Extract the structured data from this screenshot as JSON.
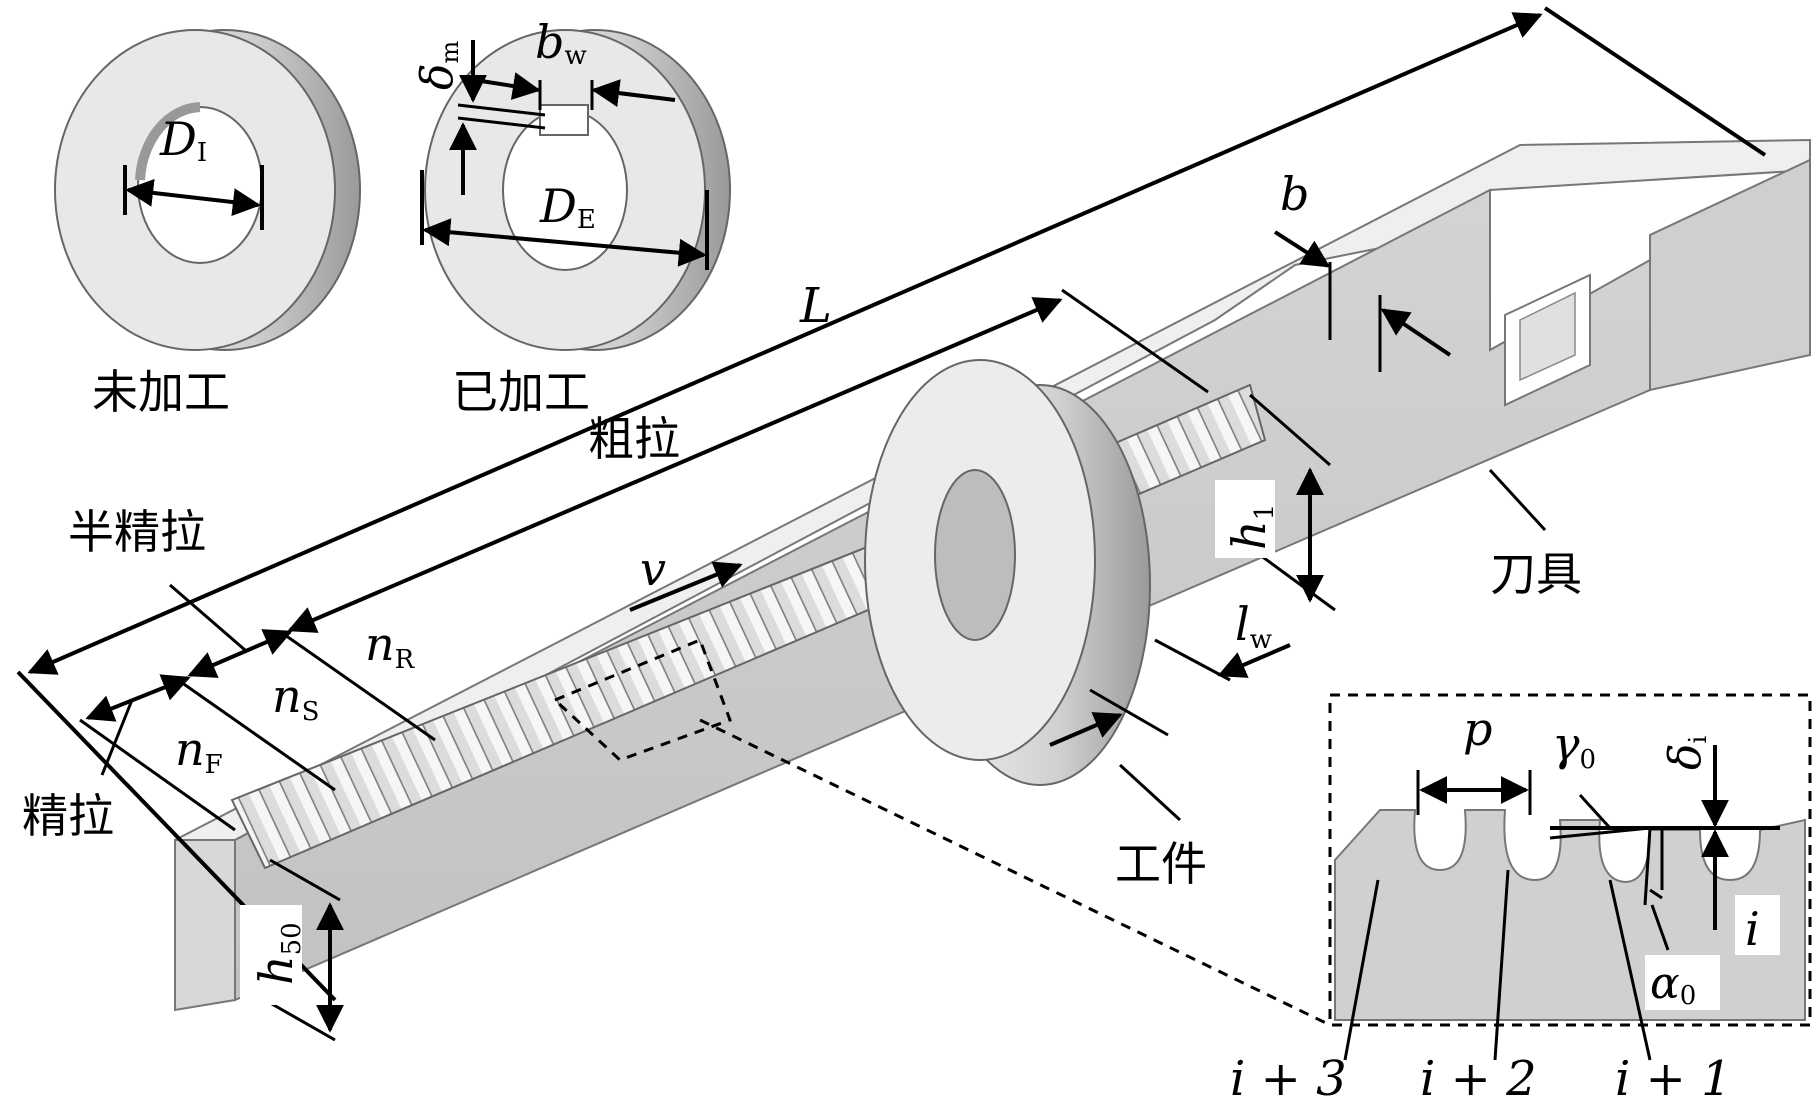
{
  "labels": {
    "unprocessed": "未加工",
    "processed": "已加工",
    "L": "L",
    "rough": "粗拉",
    "semi_finish": "半精拉",
    "finish": "精拉",
    "tool": "刀具",
    "workpiece": "工件",
    "v": "v",
    "b": "b",
    "D_I_main": "D",
    "D_I_sub": "I",
    "D_E_main": "D",
    "D_E_sub": "E",
    "delta_m_main": "δ",
    "delta_m_sub": "m",
    "b_w_main": "b",
    "b_w_sub": "w",
    "n_R_main": "n",
    "n_R_sub": "R",
    "n_S_main": "n",
    "n_S_sub": "S",
    "n_F_main": "n",
    "n_F_sub": "F",
    "h1_main": "h",
    "h1_sub": "1",
    "h50_main": "h",
    "h50_sub": "50",
    "l_w_main": "l",
    "l_w_sub": "w",
    "p": "p",
    "gamma0_main": "γ",
    "gamma0_sub": "0",
    "alpha0_main": "α",
    "alpha0_sub": "0",
    "delta_i_main": "δ",
    "delta_i_sub": "i",
    "i": "i",
    "i_plus_1": "i + 1",
    "i_plus_2": "i + 2",
    "i_plus_3": "i + 3"
  },
  "colors": {
    "part_light": "#e6e6e6",
    "part_mid": "#cfcfcf",
    "part_dark": "#a8a8a8",
    "line": "#000000"
  }
}
